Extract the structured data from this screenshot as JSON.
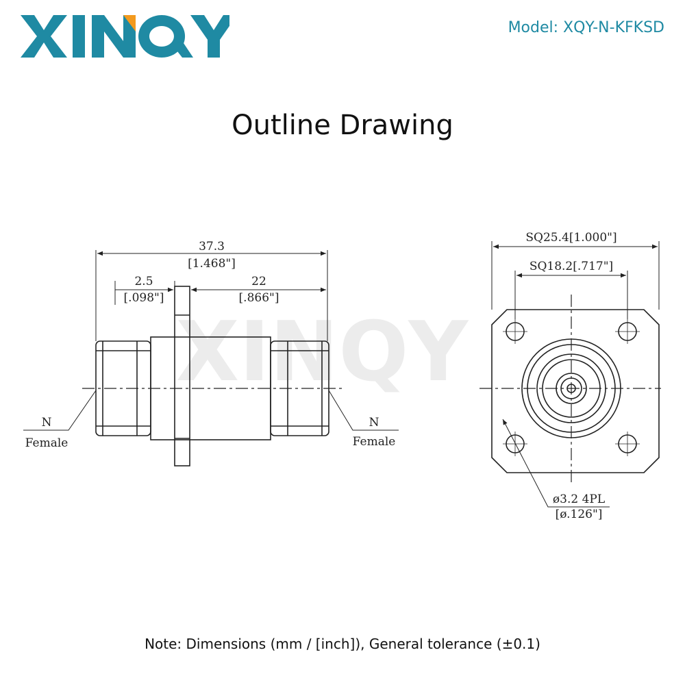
{
  "brand": {
    "logo_text": "XINQY",
    "primary_color": "#1f8aa3",
    "accent_color": "#f39a1e"
  },
  "header": {
    "model_label": "Model:",
    "model_value": "XQY-N-KFKSD"
  },
  "title": "Outline Drawing",
  "side_view": {
    "overall_length": "37.3",
    "overall_length_inch": "[1.468\"]",
    "flange_thickness": "2.5",
    "flange_thickness_inch": "[.098\"]",
    "flange_to_end": "22",
    "flange_to_end_inch": "[.866\"]",
    "left_label_line1": "N",
    "left_label_line2": "Female",
    "right_label_line1": "N",
    "right_label_line2": "Female"
  },
  "front_view": {
    "flange_square": "SQ25.4[1.000\"]",
    "hole_spacing": "SQ18.2[.717\"]",
    "hole_diameter": "ø3.2 4PL",
    "hole_diameter_inch": "[ø.126\"]"
  },
  "watermark": "XINQY",
  "note": "Note: Dimensions (mm / [inch]), General tolerance (±0.1)"
}
